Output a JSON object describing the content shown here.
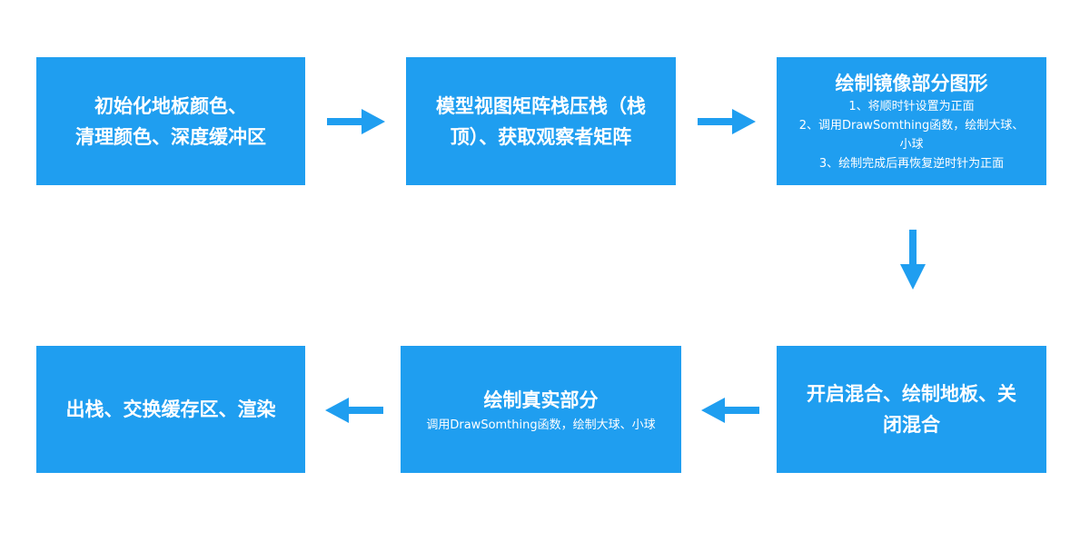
{
  "colors": {
    "box_fill": "#1f9ef0",
    "text": "#ffffff",
    "arrow": "#1f9ef0",
    "background": "#ffffff"
  },
  "steps": [
    {
      "title_lines": [
        "初始化地板颜色、",
        "清理颜色、深度缓冲区"
      ],
      "detail_lines": []
    },
    {
      "title_lines": [
        "模型视图矩阵栈压栈（栈",
        "顶）、获取观察者矩阵"
      ],
      "detail_lines": []
    },
    {
      "title_lines": [
        "绘制镜像部分图形"
      ],
      "detail_lines": [
        "1、将顺时针设置为正面",
        "2、调用DrawSomthing函数，绘制大球、",
        "小球",
        "3、绘制完成后再恢复逆时针为正面"
      ]
    },
    {
      "title_lines": [
        "开启混合、绘制地板、关",
        "闭混合"
      ],
      "detail_lines": []
    },
    {
      "title_lines": [
        "绘制真实部分"
      ],
      "detail_lines": [
        "调用DrawSomthing函数，绘制大球、小球"
      ]
    },
    {
      "title_lines": [
        "出栈、交换缓存区、渲染"
      ],
      "detail_lines": []
    }
  ],
  "arrows": [
    {
      "from": 1,
      "to": 2,
      "direction": "right"
    },
    {
      "from": 2,
      "to": 3,
      "direction": "right"
    },
    {
      "from": 3,
      "to": 4,
      "direction": "down"
    },
    {
      "from": 4,
      "to": 5,
      "direction": "left"
    },
    {
      "from": 5,
      "to": 6,
      "direction": "left"
    }
  ]
}
